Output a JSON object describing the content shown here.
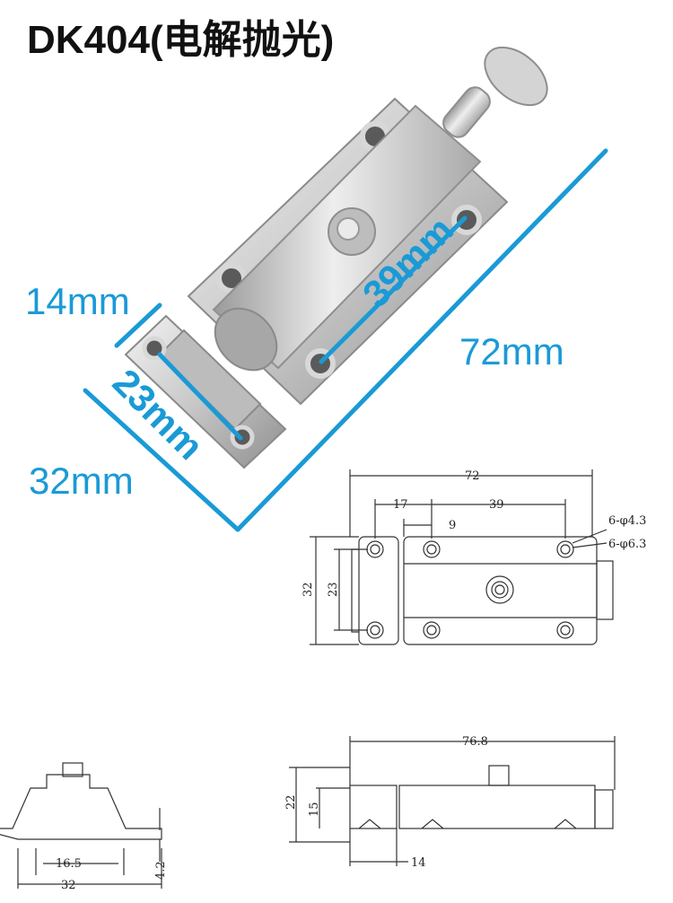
{
  "title": "DK404(电解抛光)",
  "photo_labels": {
    "width_14": "14mm",
    "pitch_39": "39mm",
    "length_72": "72mm",
    "pitch_23": "23mm",
    "height_32": "32mm"
  },
  "drawing_top": {
    "overall": "72",
    "offset_17": "17",
    "pitch_39": "39",
    "offset_9": "9",
    "hole_small": "6-φ4.3",
    "hole_large": "6-φ6.3",
    "height_32": "32",
    "pitch_23": "23"
  },
  "drawing_side": {
    "overall": "76.8",
    "height_22": "22",
    "height_15": "15",
    "width_14": "14"
  },
  "drawing_end": {
    "base_16_5": "16.5",
    "base_32": "32",
    "thick_4_2": "4.2"
  },
  "colors": {
    "accent": "#1a9ad6",
    "metal": "#c9c9c9",
    "line": "#333333"
  }
}
